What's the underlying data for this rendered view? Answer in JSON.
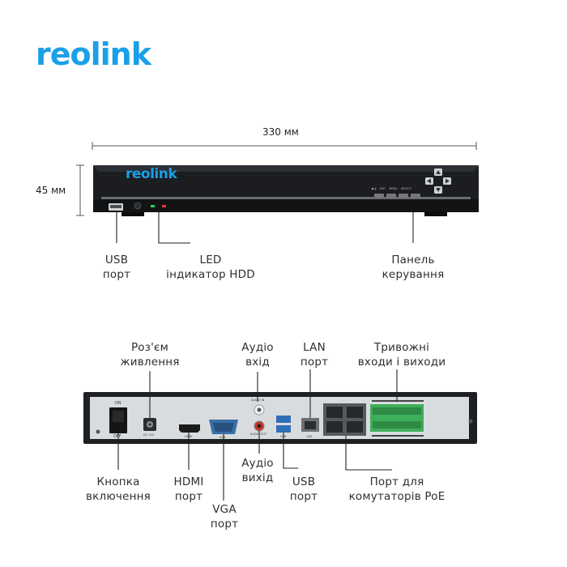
{
  "brand": {
    "logo_text": "reolink",
    "device_logo_text": "reolink"
  },
  "dimensions": {
    "width": "330 мм",
    "height": "45 мм"
  },
  "front_labels": {
    "usb": [
      "USB",
      "порт"
    ],
    "led": [
      "LED",
      "індикатор HDD"
    ],
    "panel": [
      "Панель",
      "керування"
    ]
  },
  "front_panel_print": {
    "buttons": [
      "▶/‖",
      "EXIT",
      "MENU",
      "SELECT"
    ]
  },
  "rear_labels": {
    "power_connector": [
      "Роз'єм",
      "живлення"
    ],
    "audio_in": [
      "Аудіо",
      "вхід"
    ],
    "lan": [
      "LAN",
      "порт"
    ],
    "alarm": [
      "Тривожні",
      "входи і виходи"
    ],
    "power_button": [
      "Кнопка",
      "включення"
    ],
    "hdmi": [
      "HDMI",
      "порт"
    ],
    "vga": [
      "VGA",
      "порт"
    ],
    "audio_out": [
      "Аудіо",
      "вихід"
    ],
    "usb": [
      "USB",
      "порт"
    ],
    "poe": [
      "Порт для",
      "комутаторів PoE"
    ]
  },
  "rear_panel_print": {
    "on": "ON",
    "off": "OFF",
    "dc": "DC 12V",
    "hdmi": "HDMI",
    "vga": "VGA",
    "audio_in": "AUDIO IN",
    "audio_out": "AUDIO OUT",
    "usb": "USB",
    "lan": "LAN"
  },
  "colors": {
    "brand_blue": "#1aa0e8",
    "device_body": "#1d1f22",
    "rear_plate": "#d9dcde",
    "terminal_green": "#3fae5a",
    "vga_blue": "#3a6ea5",
    "audio_red": "#c23a2e"
  }
}
